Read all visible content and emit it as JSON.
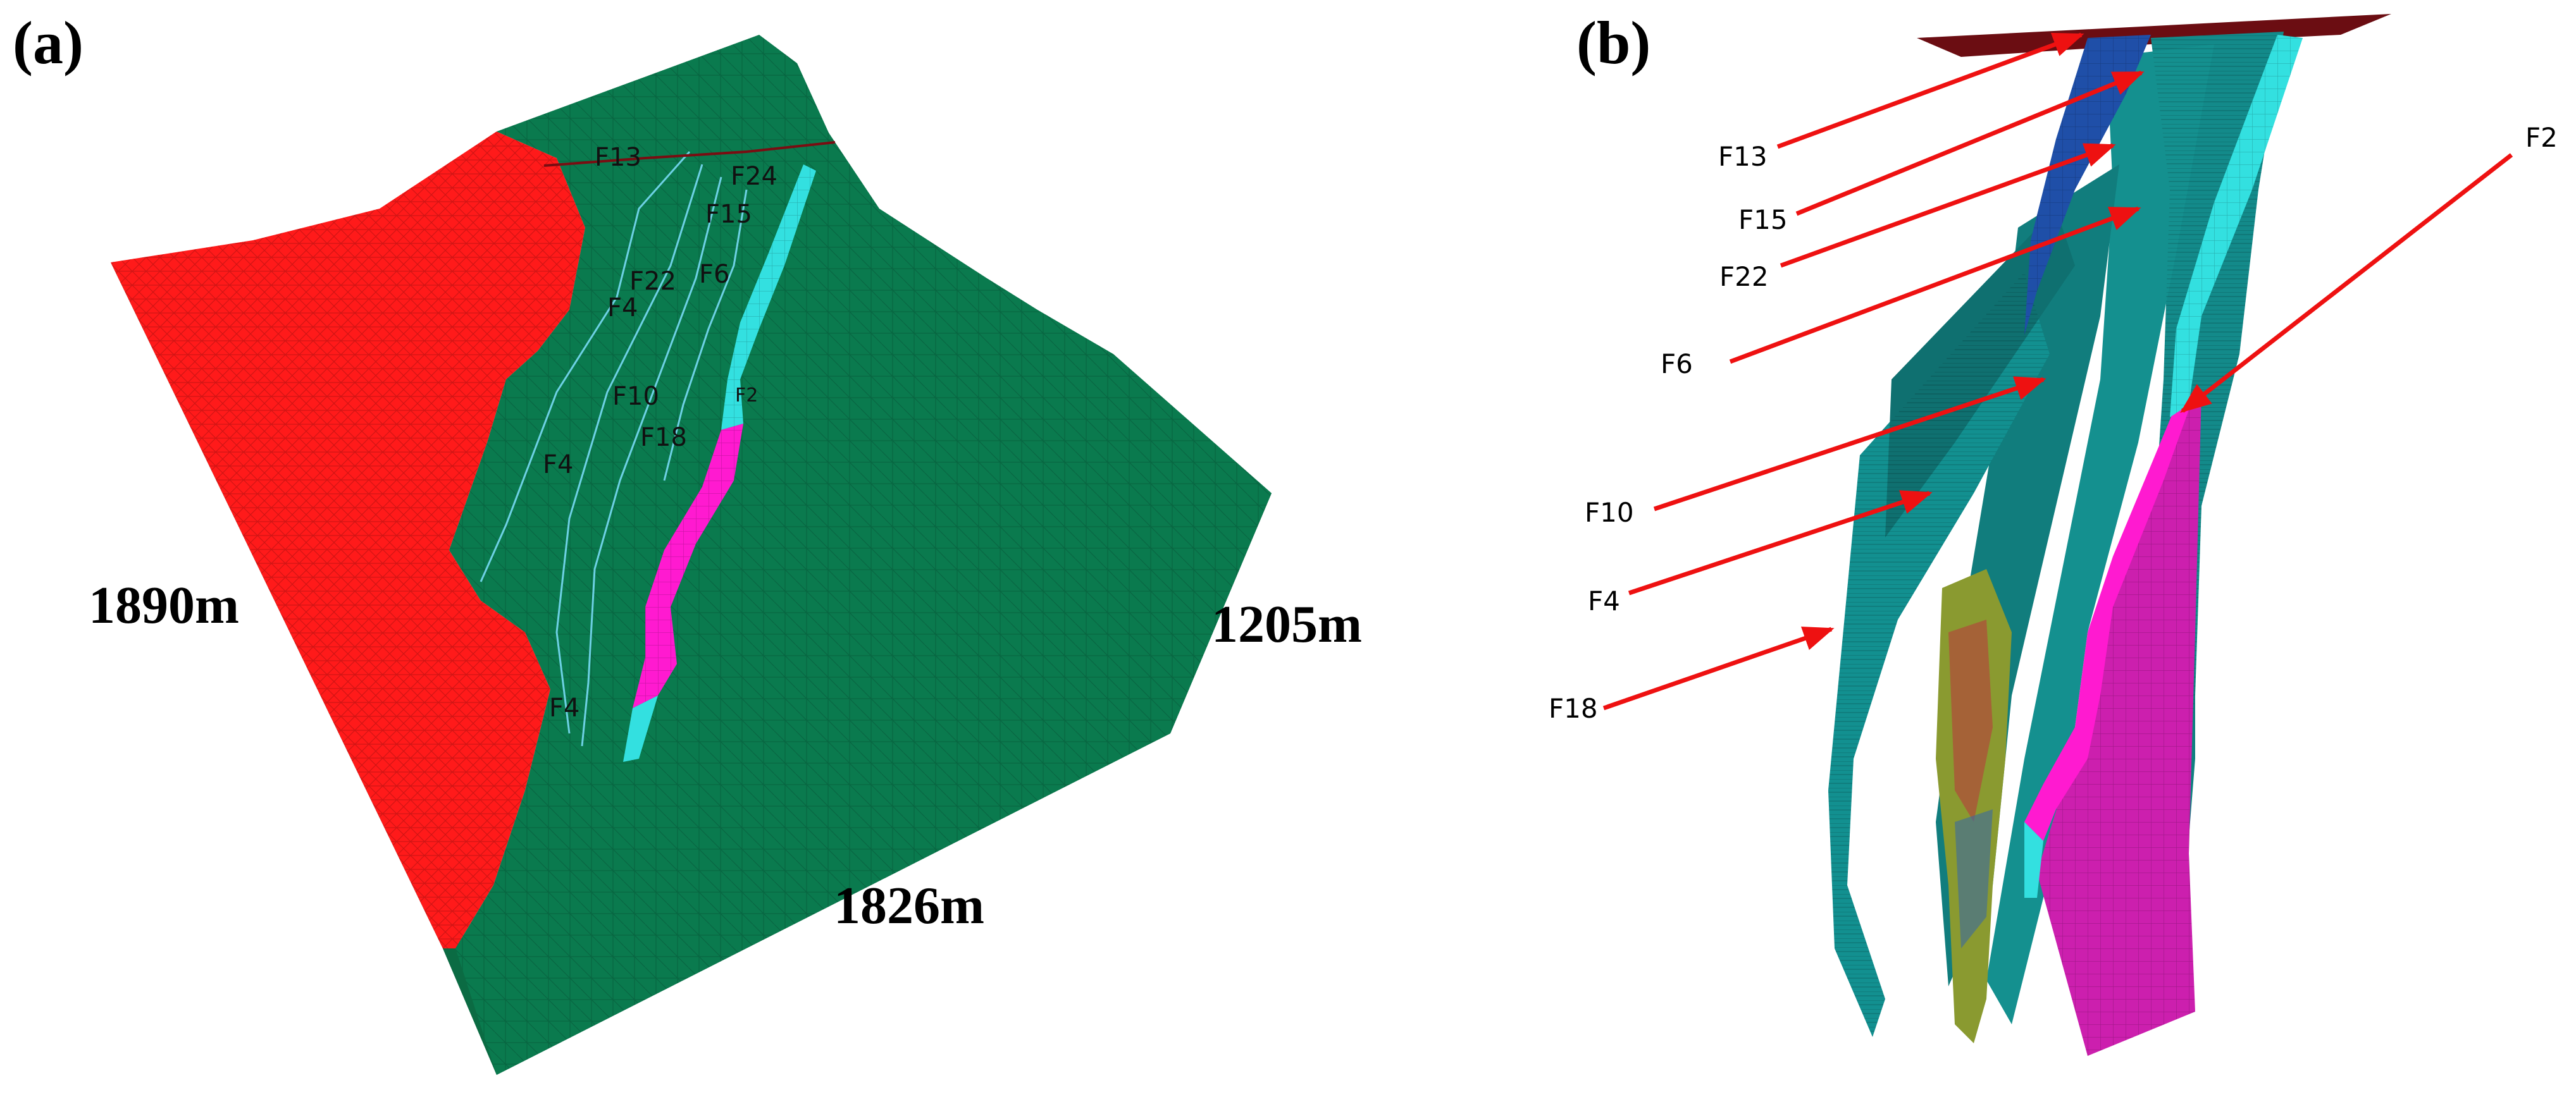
{
  "panels": {
    "a": {
      "label": "(a)",
      "dimensions": {
        "left": "1890m",
        "right": "1205m",
        "front": "1826m"
      },
      "fault_labels": {
        "f13": "F13",
        "f24": "F24",
        "f15": "F15",
        "f22": "F22",
        "f6": "F6",
        "f4_top": "F4",
        "f10": "F10",
        "f2": "F2",
        "f18": "F18",
        "f4_mid": "F4",
        "f4_bottom": "F4"
      }
    },
    "b": {
      "label": "(b)",
      "fault_labels": {
        "f13": "F13",
        "f15": "F15",
        "f22": "F22",
        "f6": "F6",
        "f10": "F10",
        "f4": "F4",
        "f18": "F18",
        "f2": "F2"
      }
    }
  },
  "colors": {
    "red_surface": "#ff1a1a",
    "green_surface": "#0a7a4e",
    "green_side": "#0b6b43",
    "green_front": "#0d5e3b",
    "cyan_fault": "#33e0e0",
    "magenta_fault": "#ff1ad0",
    "teal_fault": "#138a8a",
    "blue_fault": "#1f4fa8",
    "dark_red_top": "#6b0d12",
    "arrow": "#ee1111"
  }
}
